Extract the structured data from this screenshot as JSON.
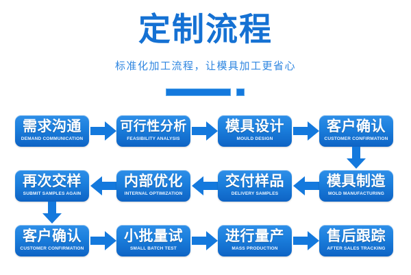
{
  "header": {
    "title": "定制流程",
    "subtitle": "标准化加工流程，让模具加工更省心",
    "accent_color": "#1571d3",
    "subtitle_color": "#2f86e0",
    "divider": {
      "bar_color": "#1479dd",
      "square_color": "#1479dd"
    }
  },
  "flow": {
    "node_fill_top": "#2f8fe8",
    "node_fill_bottom": "#0e63c4",
    "arrow_color": "#1479dd",
    "rows": [
      {
        "direction": "right",
        "nodes": [
          {
            "cn": "需求沟通",
            "en": "DEMAND COMMUNICATION"
          },
          {
            "cn": "可行性分析",
            "en": "FEASIBILITY ANALYSIS"
          },
          {
            "cn": "模具设计",
            "en": "MOULD DESIGN"
          },
          {
            "cn": "客户确认",
            "en": "CUSTOMER CONFIRMATION"
          }
        ]
      },
      {
        "direction": "left",
        "nodes": [
          {
            "cn": "再次交样",
            "en": "SUBMIT SAMPLES AGAIN"
          },
          {
            "cn": "内部优化",
            "en": "INTERNAL OPTIMIZATION"
          },
          {
            "cn": "交付样品",
            "en": "DELIVERY SAMPLES"
          },
          {
            "cn": "模具制造",
            "en": "MOLD MANUFACTURING"
          }
        ]
      },
      {
        "direction": "right",
        "nodes": [
          {
            "cn": "客户确认",
            "en": "CUSTOMER CONFIRMATION"
          },
          {
            "cn": "小批量试",
            "en": "SMALL BATCH TEST"
          },
          {
            "cn": "进行量产",
            "en": "MASS PRODUCTION"
          },
          {
            "cn": "售后跟踪",
            "en": "AFTER SALES TRACKING"
          }
        ]
      }
    ]
  }
}
